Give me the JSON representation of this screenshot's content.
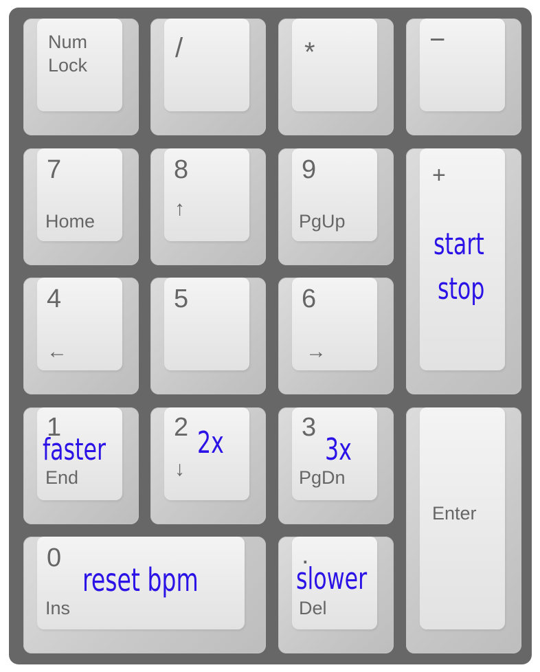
{
  "keys": {
    "numlock": {
      "line1": "Num",
      "line2": "Lock"
    },
    "slash": {
      "main": "/"
    },
    "asterisk": {
      "main": "*"
    },
    "minus": {
      "main": "−"
    },
    "k7": {
      "main": "7",
      "sub": "Home"
    },
    "k8": {
      "main": "8",
      "sub": "↑"
    },
    "k9": {
      "main": "9",
      "sub": "PgUp"
    },
    "plus": {
      "main": "+"
    },
    "k4": {
      "main": "4",
      "sub": "←"
    },
    "k5": {
      "main": "5"
    },
    "k6": {
      "main": "6",
      "sub": "→"
    },
    "k1": {
      "main": "1",
      "sub": "End"
    },
    "k2": {
      "main": "2",
      "sub": "↓"
    },
    "k3": {
      "main": "3",
      "sub": "PgDn"
    },
    "enter": {
      "main": "Enter"
    },
    "k0": {
      "main": "0",
      "sub": "Ins"
    },
    "dot": {
      "main": ".",
      "sub": "Del"
    }
  },
  "actions": {
    "start": "start",
    "stop": "stop",
    "faster": "faster",
    "double": "2x",
    "triple": "3x",
    "reset": "reset bpm",
    "slower": "slower"
  },
  "colors": {
    "action_text": "#2b12e6",
    "legend_text": "#666666",
    "frame": "#676767"
  }
}
